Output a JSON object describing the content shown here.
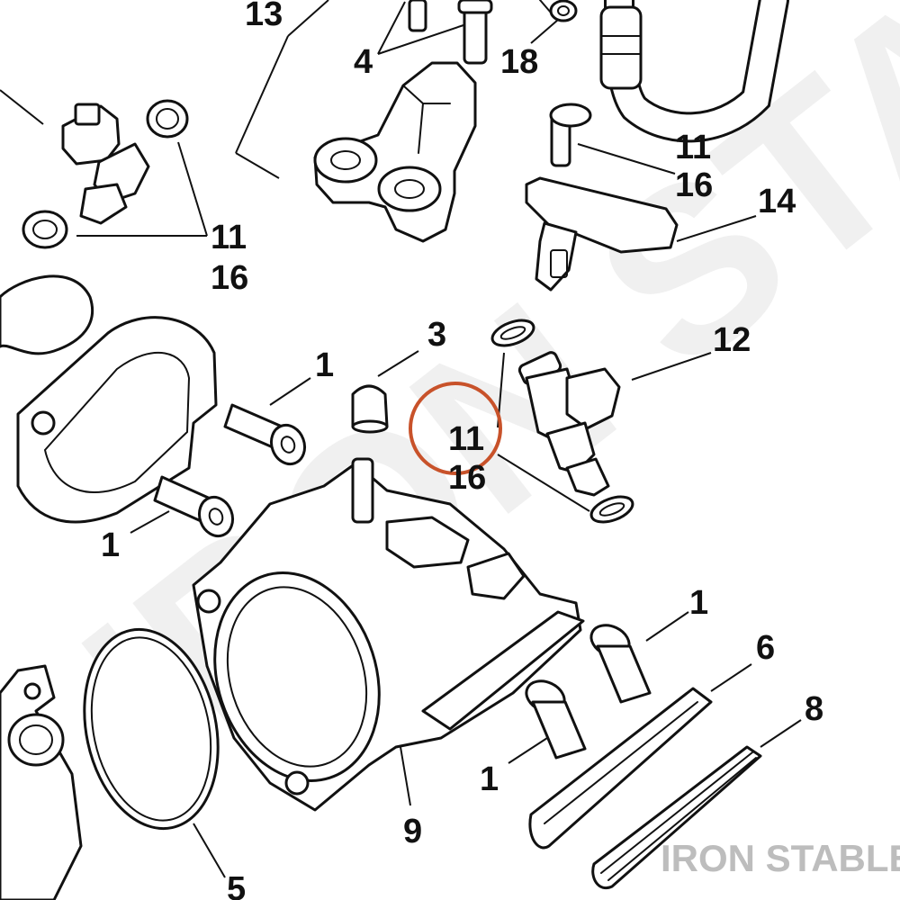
{
  "brand": {
    "text": "IRON STABLE",
    "color": "#bdbdbd"
  },
  "highlight": {
    "color": "#c8522a",
    "part_ref": "11"
  },
  "callouts": {
    "c1a": "1",
    "c1b": "1",
    "c1c": "1",
    "c1d": "1",
    "c3": "3",
    "c4": "4",
    "c5": "5",
    "c6": "6",
    "c8": "8",
    "c9": "9",
    "c11a": "11",
    "c16a": "16",
    "c11b": "11",
    "c16b": "16",
    "c11c": "11",
    "c16c": "16",
    "c12": "12",
    "c13": "13",
    "c14": "14",
    "c18": "18"
  }
}
